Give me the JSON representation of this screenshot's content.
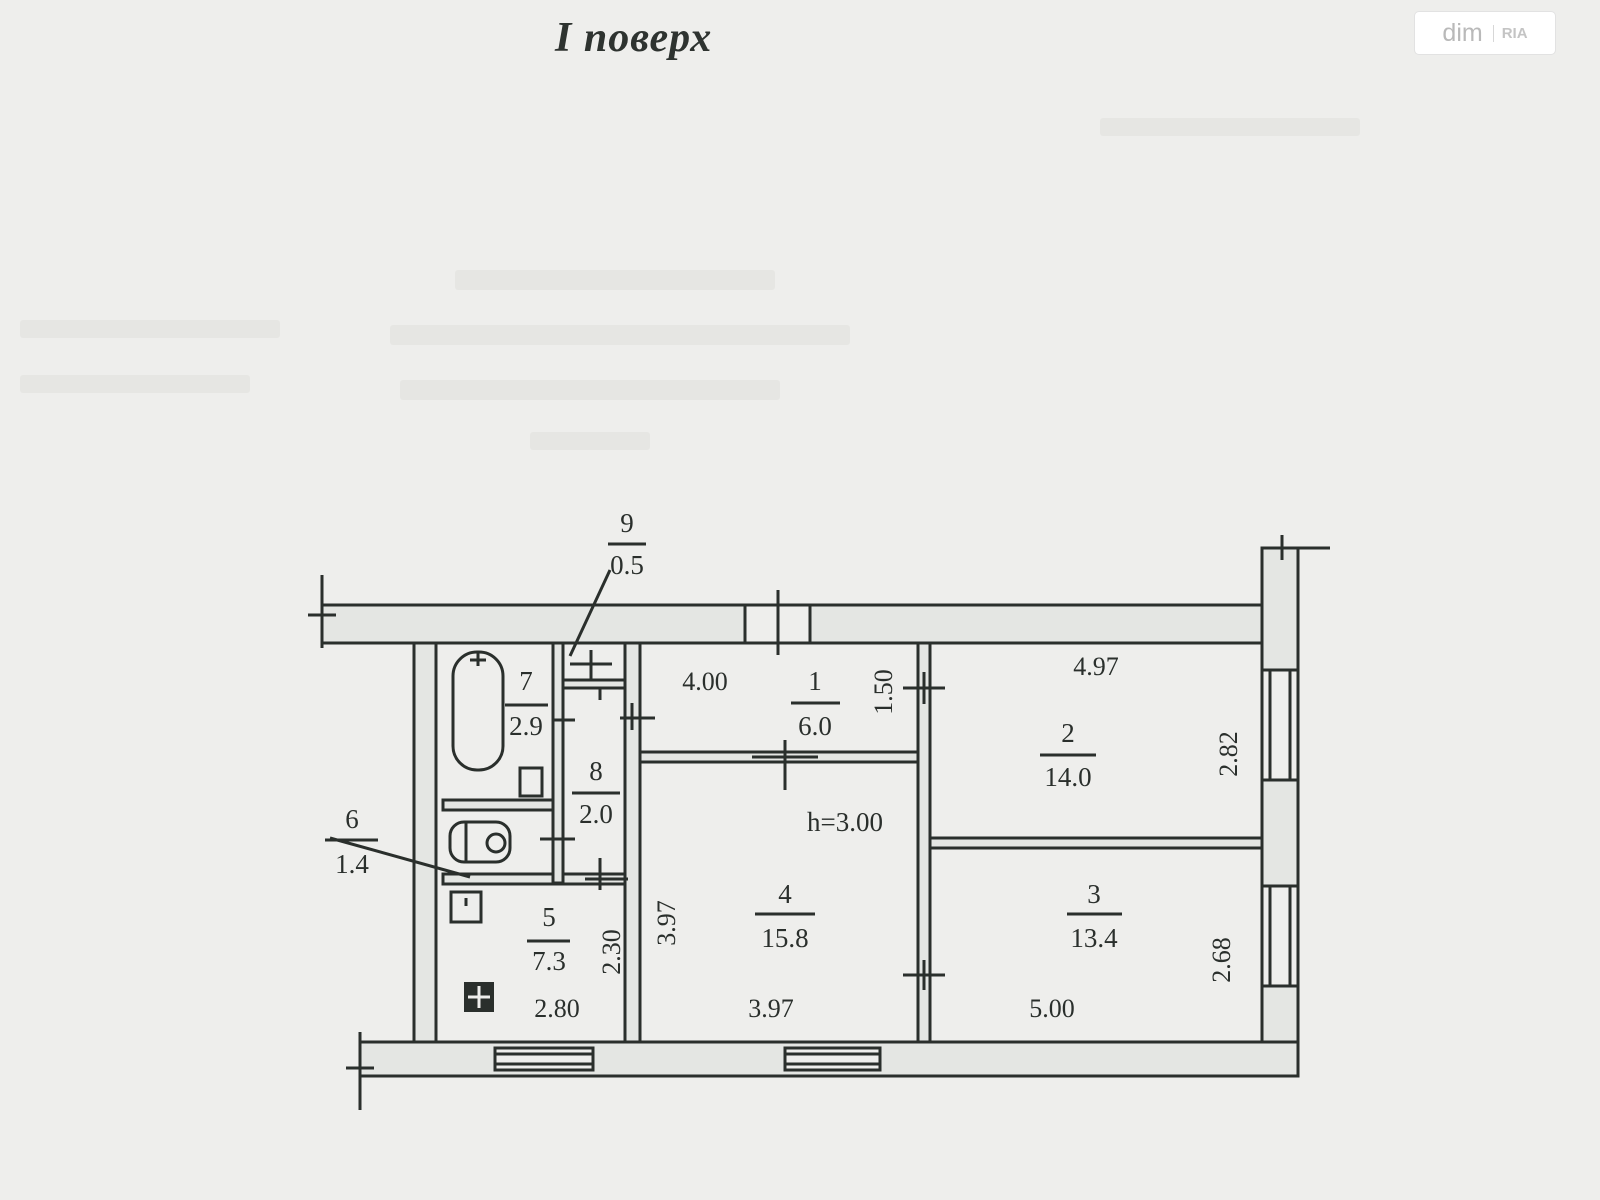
{
  "title": "I поверх",
  "watermark": {
    "dim": "dim",
    "ria": "RIA"
  },
  "ceiling_height": "h=3.00",
  "rooms": [
    {
      "num": "1",
      "area": "6.0"
    },
    {
      "num": "2",
      "area": "14.0"
    },
    {
      "num": "3",
      "area": "13.4"
    },
    {
      "num": "4",
      "area": "15.8"
    },
    {
      "num": "5",
      "area": "7.3"
    },
    {
      "num": "6",
      "area": "1.4"
    },
    {
      "num": "7",
      "area": "2.9"
    },
    {
      "num": "8",
      "area": "2.0"
    },
    {
      "num": "9",
      "area": "0.5"
    }
  ],
  "dimensions": {
    "corridor_length": "4.00",
    "corridor_width": "1.50",
    "room2_length": "4.97",
    "room2_width": "2.82",
    "room3_length": "5.00",
    "room3_width": "2.68",
    "room4_width": "3.97",
    "room4_length": "3.97",
    "kitchen_length": "2.80",
    "kitchen_width": "2.30"
  },
  "colors": {
    "background": "#eeeeec",
    "ink": "#2a2f2c",
    "wall_fill": "#e4e6e3"
  }
}
